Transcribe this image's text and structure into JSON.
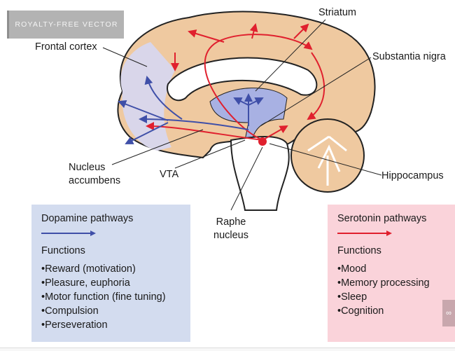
{
  "badge": "ROYALTY-FREE VECTOR",
  "labels": {
    "striatum": "Striatum",
    "frontal_cortex": "Frontal cortex",
    "substantia_nigra": "Substantia nigra",
    "nucleus_accumbens": "Nucleus accumbens",
    "vta": "VTA",
    "hippocampus": "Hippocampus",
    "raphe_nucleus": "Raphe nucleus"
  },
  "dopamine": {
    "title": "Dopamine pathways",
    "functions_label": "Functions",
    "color": "#3f4fa8",
    "items": [
      "•Reward (motivation)",
      "•Pleasure, euphoria",
      "•Motor function (fine tuning)",
      "•Compulsion",
      "•Perseveration"
    ]
  },
  "serotonin": {
    "title": "Serotonin pathways",
    "functions_label": "Functions",
    "color": "#e0202e",
    "items": [
      "•Mood",
      "•Memory processing",
      "•Sleep",
      "•Cognition"
    ]
  },
  "share_icon": "share-icon"
}
